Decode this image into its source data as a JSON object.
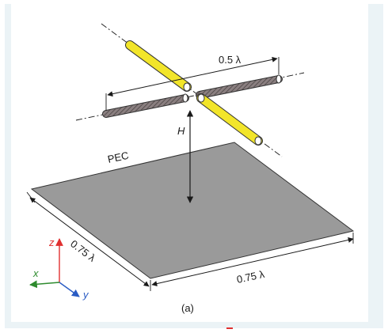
{
  "figure": {
    "dipole_length_label": "0.5 λ",
    "height_label": "H",
    "ground_label": "PEC",
    "plane_width_label": "0.75 λ",
    "plane_depth_label": "0.75 λ",
    "subfigure_caption": "(a)"
  },
  "axes": {
    "z_label": "z",
    "x_label": "x",
    "y_label": "y",
    "z_color": "#e03030",
    "x_color": "#2e8b2e",
    "y_color": "#2a5cc4"
  },
  "colors": {
    "plane_fill": "#9a9a9a",
    "feed_arm_fill": "#f2e52a",
    "parasitic_arm_fill": "#8a7f80",
    "frame_background": "#ebf3f6"
  }
}
